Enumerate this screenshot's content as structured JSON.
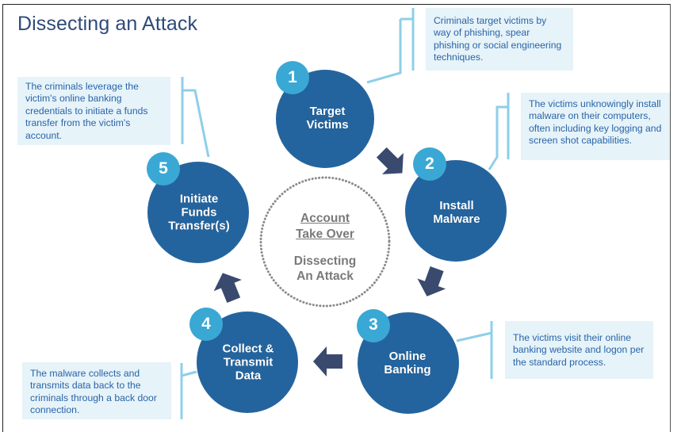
{
  "title": "Dissecting an Attack",
  "colors": {
    "circle_fill": "#24649e",
    "badge_fill": "#3aa8d4",
    "arrow_fill": "#3a4a6e",
    "connector": "#8ecfe8",
    "callout_bg": "#e6f3f9",
    "callout_text": "#2a64a8",
    "title_text": "#2e4a7a",
    "center_text": "#7a7a7a"
  },
  "center": {
    "heading_line1": "Account",
    "heading_line2": "Take Over",
    "sub_line1": "Dissecting",
    "sub_line2": "An Attack"
  },
  "steps": [
    {
      "number": "1",
      "label_lines": [
        "Target",
        "Victims"
      ],
      "description": "Criminals target victims by way of phishing, spear phishing or social engineering techniques."
    },
    {
      "number": "2",
      "label_lines": [
        "Install",
        "Malware"
      ],
      "description": "The victims unknowingly install malware on their computers, often including key logging and screen shot capabilities."
    },
    {
      "number": "3",
      "label_lines": [
        "Online",
        "Banking"
      ],
      "description": "The victims visit their online banking website and logon per the standard process."
    },
    {
      "number": "4",
      "label_lines": [
        "Collect &",
        "Transmit",
        "Data"
      ],
      "description": "The malware collects and transmits data back to the criminals through a back door connection."
    },
    {
      "number": "5",
      "label_lines": [
        "Initiate",
        "Funds",
        "Transfer(s)"
      ],
      "description": "The criminals leverage the victim's online banking credentials to initiate a funds transfer from the victim's account."
    }
  ],
  "arrows": [
    {
      "from": "1",
      "to": "2",
      "direction": "down-right"
    },
    {
      "from": "2",
      "to": "3",
      "direction": "down-left"
    },
    {
      "from": "3",
      "to": "4",
      "direction": "left"
    },
    {
      "from": "4",
      "to": "5",
      "direction": "up-left"
    }
  ]
}
